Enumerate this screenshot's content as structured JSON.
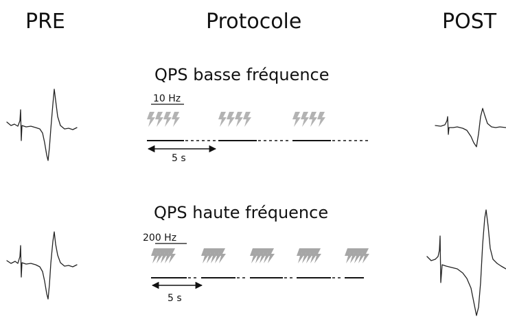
{
  "headers": {
    "pre": "PRE",
    "protocol": "Protocole",
    "post": "POST"
  },
  "low_frequency": {
    "title": "QPS basse fréquence",
    "rate": "10 Hz",
    "duration": "5 s"
  },
  "high_frequency": {
    "title": "QPS haute fréquence",
    "rate": "200 Hz",
    "duration": "5 s"
  },
  "icons": {
    "stimulus": "lightning-bolt-icon",
    "bolt_color_low": "#b3b3b3",
    "bolt_color_high": "#a6a6a6"
  }
}
